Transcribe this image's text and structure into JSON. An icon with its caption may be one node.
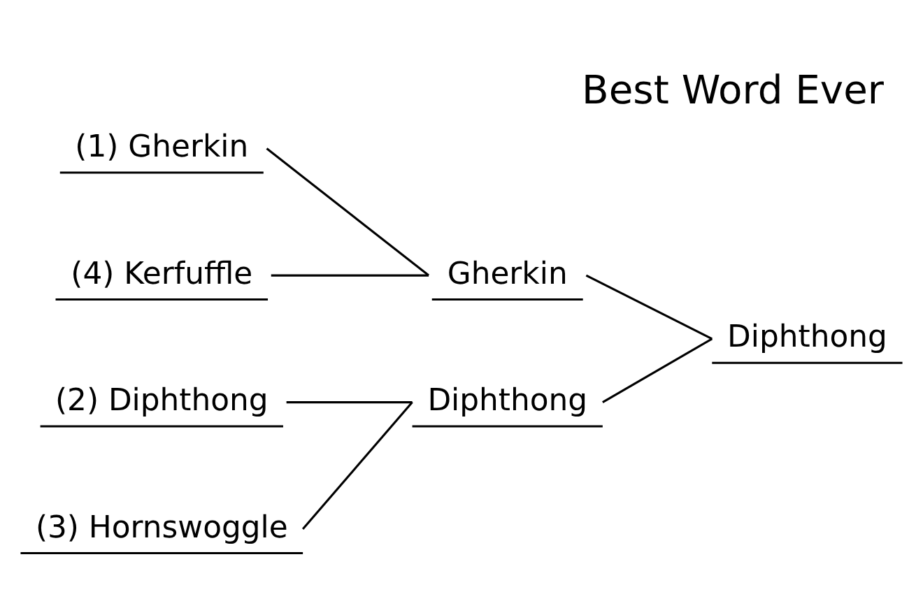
{
  "diagram": {
    "title": "Best Word Ever",
    "nodes": [
      {
        "text": [
          "(1) Gherkin"
        ]
      },
      {
        "text": [
          "Gherkin"
        ]
      },
      {
        "text": [
          "(4) Kerfuffle"
        ]
      },
      {
        "text": [
          "Diphthong"
        ]
      },
      {
        "text": [
          "(2) Diphthong"
        ]
      },
      {
        "text": [
          "Diphthong"
        ]
      },
      {
        "text": [
          "(3) Hornswoggle"
        ]
      }
    ],
    "edges": [
      {
        "from": 0,
        "to": 1,
        "arrow": "none"
      },
      {
        "from": 2,
        "to": 1,
        "arrow": "none"
      },
      {
        "from": 4,
        "to": 5,
        "arrow": "none"
      },
      {
        "from": 6,
        "to": 5,
        "arrow": "none"
      },
      {
        "from": 1,
        "to": 3,
        "arrow": "none"
      },
      {
        "from": 5,
        "to": 3,
        "arrow": "none"
      }
    ]
  }
}
